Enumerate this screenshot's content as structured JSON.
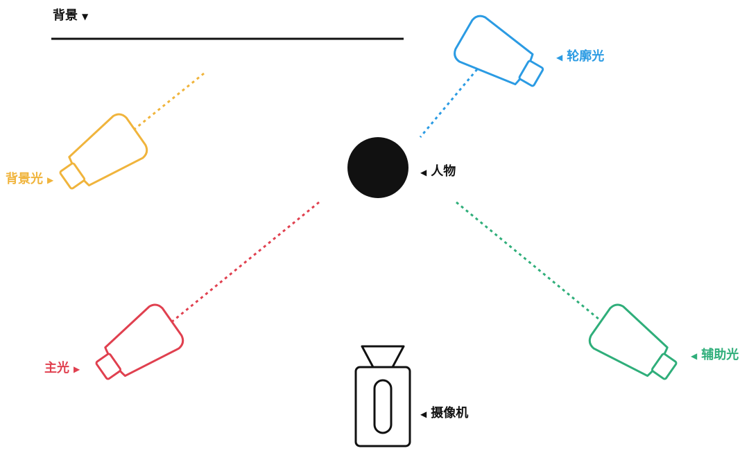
{
  "colors": {
    "black": "#111111",
    "rim": "#2b9be3",
    "background_light": "#f0b43c",
    "key": "#e0404f",
    "fill": "#2fae7a"
  },
  "icons": {
    "down_arrow": "down-arrow-icon",
    "left_arrow": "left-arrow-icon",
    "right_arrow": "right-arrow-icon"
  },
  "labels": {
    "background": "背景",
    "rim_light": "轮廓光",
    "background_light": "背景光",
    "subject": "人物",
    "key_light": "主光",
    "fill_light": "辅助光",
    "camera": "摄像机"
  },
  "arrows": {
    "down": "▼",
    "left": "◀",
    "right": "▶"
  }
}
